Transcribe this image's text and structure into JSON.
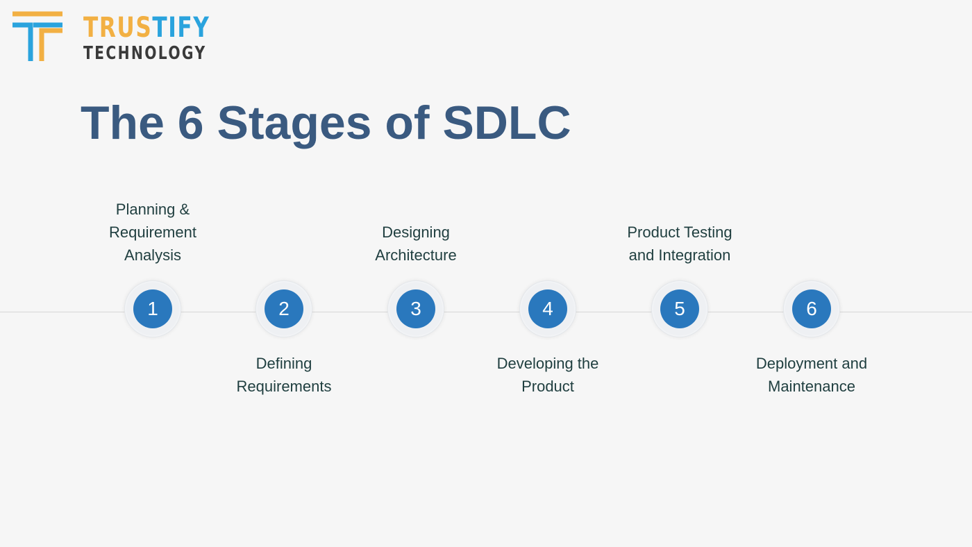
{
  "logo": {
    "word1_part1": "TRUS",
    "word1_part2": "TIFY",
    "word2": "TECHNOLOGY",
    "colors": {
      "orange": "#f2b043",
      "blue": "#2aa3dd",
      "dark": "#3a3a3a"
    }
  },
  "title": "The 6 Stages of SDLC",
  "colors": {
    "title": "#3a5a80",
    "circle": "#2a78bd",
    "label": "#1f3e3f",
    "background": "#f6f6f6",
    "line": "#d6d6d6"
  },
  "stages": [
    {
      "number": "1",
      "label_lines": [
        "Planning &",
        "Requirement",
        "Analysis"
      ],
      "position": "above"
    },
    {
      "number": "2",
      "label_lines": [
        "Defining",
        "Requirements"
      ],
      "position": "below"
    },
    {
      "number": "3",
      "label_lines": [
        "Designing",
        "Architecture"
      ],
      "position": "above"
    },
    {
      "number": "4",
      "label_lines": [
        "Developing the",
        "Product"
      ],
      "position": "below"
    },
    {
      "number": "5",
      "label_lines": [
        "Product Testing",
        "and Integration"
      ],
      "position": "above"
    },
    {
      "number": "6",
      "label_lines": [
        "Deployment and",
        "Maintenance"
      ],
      "position": "below"
    }
  ]
}
